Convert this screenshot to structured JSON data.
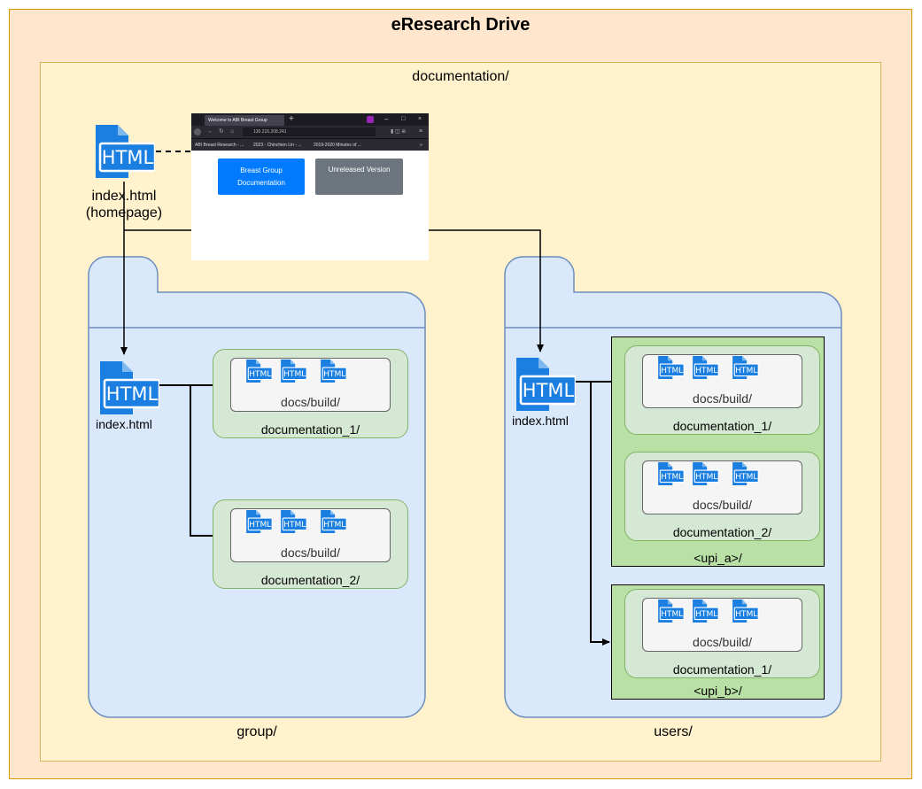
{
  "title": "eResearch Drive",
  "documentation_label": "documentation/",
  "homepage": {
    "filename": "index.html",
    "note": "(homepage)"
  },
  "icon_text": "HTML",
  "screenshot": {
    "tab_title": "Welcome to ABI Breast Group",
    "url": "130.216.208.241",
    "bookmarks": [
      "ABI Breast Research - ...",
      "2023 - Chinchien Lin - ...",
      "2019-2020 Minutes of ..."
    ],
    "button_primary": "Breast Group Documentation",
    "button_secondary": "Unreleased Version",
    "colors": {
      "primary": "#007bff",
      "secondary": "#6c757d"
    }
  },
  "group": {
    "label": "group/",
    "index": "index.html",
    "docs": [
      {
        "build": "docs/build/",
        "name": "documentation_1/"
      },
      {
        "build": "docs/build/",
        "name": "documentation_2/"
      }
    ]
  },
  "users": {
    "label": "users/",
    "index": "index.html",
    "upis": [
      {
        "name": "<upi_a>/",
        "docs": [
          {
            "build": "docs/build/",
            "name": "documentation_1/"
          },
          {
            "build": "docs/build/",
            "name": "documentation_2/"
          }
        ]
      },
      {
        "name": "<upi_b>/",
        "docs": [
          {
            "build": "docs/build/",
            "name": "documentation_1/"
          }
        ]
      }
    ]
  },
  "colors": {
    "outer_fill": "#ffe6cc",
    "outer_stroke": "#d79b00",
    "inner_fill": "#fff2cc",
    "inner_stroke": "#d6b656",
    "folder_fill": "#dae8fc",
    "folder_stroke": "#6c8ebf",
    "doc_fill": "#d5e8d4",
    "doc_stroke": "#82b366",
    "upi_fill": "#b9e0a5",
    "icon_blue": "#1a7fe0"
  }
}
